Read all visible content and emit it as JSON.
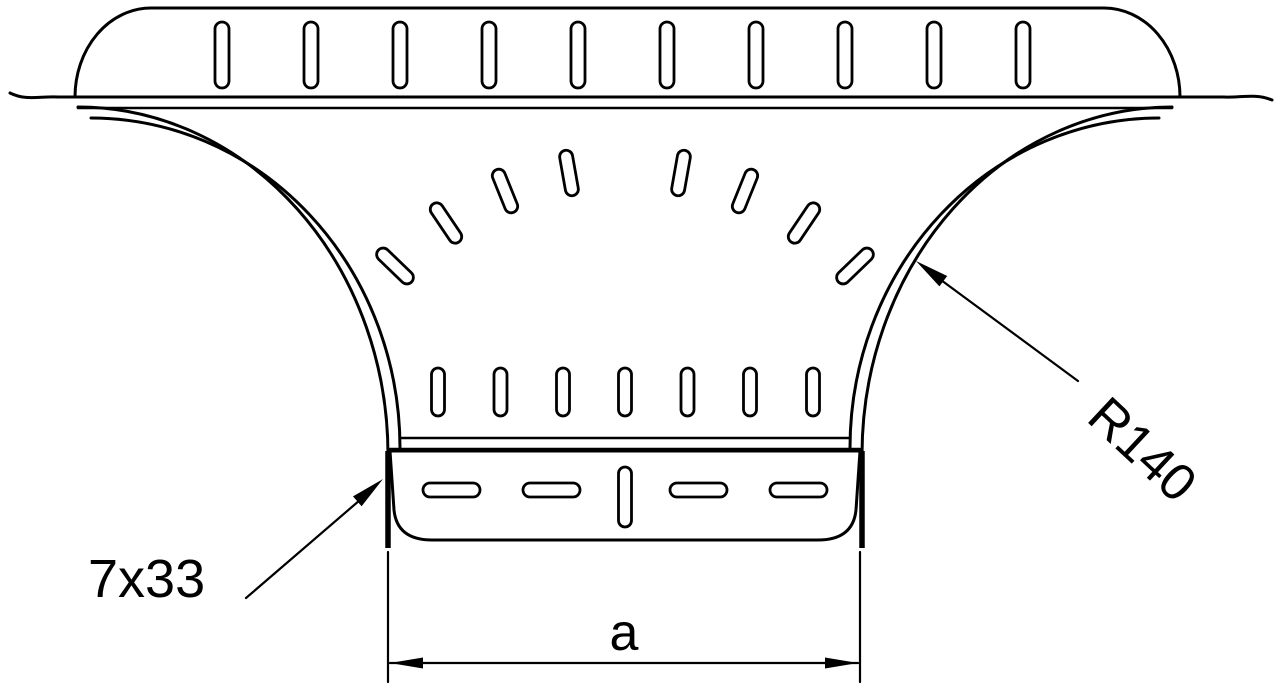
{
  "drawing": {
    "type": "technical-drawing-cable-tray-tee",
    "labels": {
      "slot_size": "7x33",
      "bend_radius": "R140",
      "width_dimension": "a"
    },
    "colors": {
      "line": "#000000",
      "background": "#ffffff"
    }
  }
}
